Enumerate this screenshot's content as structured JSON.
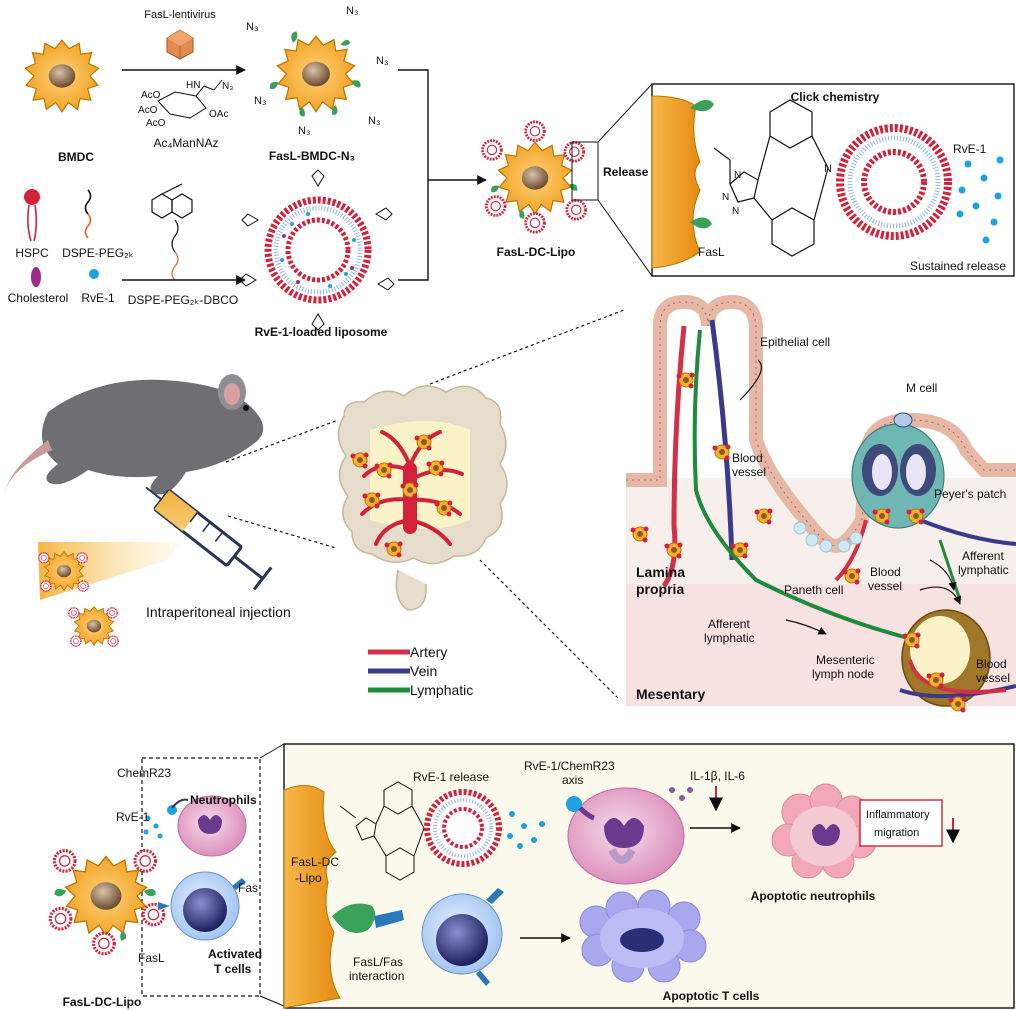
{
  "top": {
    "bmdc_label": "BMDC",
    "lentivirus_label": "FasL-lentivirus",
    "ac4_label": "Ac₄ManNAz",
    "bmdc_n3_label": "FasL-BMDC-N₃",
    "azide": "N₃",
    "hspc": "HSPC",
    "dspe_peg": "DSPE-PEG₂ₖ",
    "cholesterol": "Cholesterol",
    "rve1": "RvE-1",
    "dbco_label": "DSPE-PEG₂ₖ-DBCO",
    "liposome_label": "RvE-1-loaded liposome",
    "dc_lipo_label": "FasL-DC-Lipo",
    "release": "Release",
    "click_chemistry": "Click chemistry",
    "rve1_right": "RvE-1",
    "fasl": "FasL",
    "sustained_release": "Sustained release"
  },
  "middle": {
    "injection": "Intraperitoneal injection",
    "legend": [
      {
        "label": "Artery",
        "color": "#d32f45"
      },
      {
        "label": "Vein",
        "color": "#3a3a8c"
      },
      {
        "label": "Lymphatic",
        "color": "#1f8a3c"
      }
    ],
    "epithelial_cell": "Epithelial cell",
    "m_cell": "M cell",
    "blood_vessel_1": "Blood",
    "blood_vessel_1b": "vessel",
    "peyers_patch": "Peyer's patch",
    "afferent_lymphatic_1": "Afferent",
    "afferent_lymphatic_1b": "lymphatic",
    "lamina_propria_1": "Lamina",
    "lamina_propria_2": "propria",
    "paneth_cell": "Paneth cell",
    "blood_vessel_2": "Blood",
    "blood_vessel_2b": "vessel",
    "afferent_lymphatic_2": "Afferent",
    "afferent_lymphatic_2b": "lymphatic",
    "mesenteric_1": "Mesenteric",
    "mesenteric_2": "lymph node",
    "blood_vessel_3": "Blood",
    "blood_vessel_3b": "vessel",
    "mesentary": "Mesentary"
  },
  "bottom": {
    "chemr23": "ChemR23",
    "rve1": "RvE-1",
    "neutrophils": "Neutrophils",
    "fas": "Fas",
    "activated_1": "Activated",
    "activated_2": "T cells",
    "fasl": "FasL",
    "dc_lipo": "FasL-DC-Lipo",
    "rve1_release": "RvE-1 release",
    "axis_1": "RvE-1/ChemR23",
    "axis_2": "axis",
    "cytokines": "IL-1β, IL-6",
    "inflammatory_1": "Inflammatory",
    "inflammatory_2": "migration",
    "dc_lipo_inner_1": "FasL-DC",
    "dc_lipo_inner_2": "-Lipo",
    "fasl_fas_1": "FasL/Fas",
    "fasl_fas_2": "interaction",
    "apoptotic_neutrophils": "Apoptotic neutrophils",
    "apoptotic_t": "Apoptotic T cells"
  }
}
